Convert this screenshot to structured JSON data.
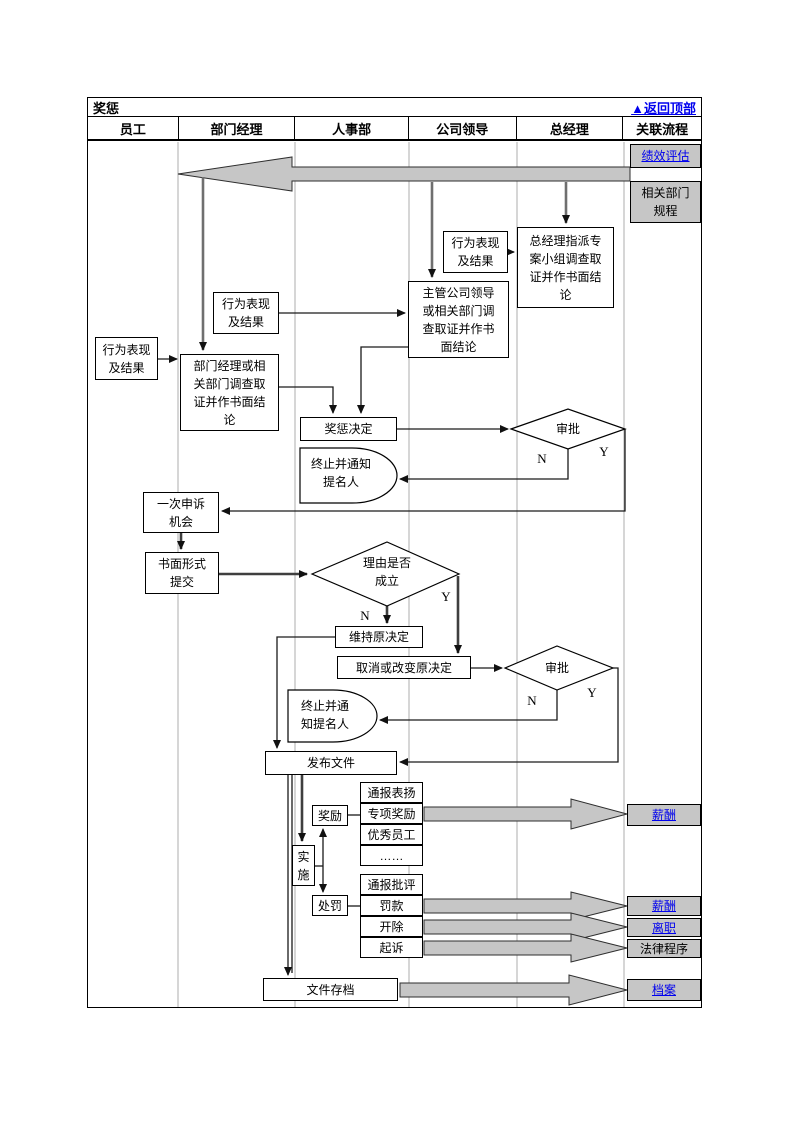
{
  "page": {
    "title": "奖惩",
    "back_icon": "▲",
    "back_to_top": "返回顶部"
  },
  "columns": [
    "员工",
    "部门经理",
    "人事部",
    "公司领导",
    "总经理",
    "关联流程"
  ],
  "labels": {
    "yes": "Y",
    "no": "N"
  },
  "nodes": {
    "behavior": "行为表现\n及结果",
    "dept_invest": "部门经理或相\n关部门调查取\n证并作书面结\n论",
    "leader_invest": "主管公司领导\n或相关部门调\n查取证并作书\n面结论",
    "gm_invest": "总经理指派专\n案小组调查取\n证并作书面结\n论",
    "decision": "奖惩决定",
    "approve": "审批",
    "terminate1": "终止并通知\n提名人",
    "terminate2": "终止并通\n知提名人",
    "appeal": "一次申诉\n机会",
    "written_submit": "书面形式\n提交",
    "reason_valid": "理由是否\n成立",
    "keep_decision": "维持原决定",
    "cancel_decision": "取消或改变原决定",
    "publish": "发布文件",
    "implement": "实\n施",
    "reward": "奖励",
    "punish": "处罚",
    "reward_items": [
      "通报表扬",
      "专项奖励",
      "优秀员工",
      "……"
    ],
    "punish_items": [
      "通报批评",
      "罚款",
      "开除",
      "起诉"
    ],
    "archive_file": "文件存档"
  },
  "related": {
    "performance_review": "绩效评估",
    "dept_rules": "相关部门\n规程",
    "salary": "薪酬",
    "resign": "离职",
    "legal": "法律程序",
    "archive": "档案"
  },
  "colors": {
    "link_blue": "#0000ee",
    "shape_gray": "#c6c6c6",
    "drop_line_gray": "#6f6f6f"
  }
}
